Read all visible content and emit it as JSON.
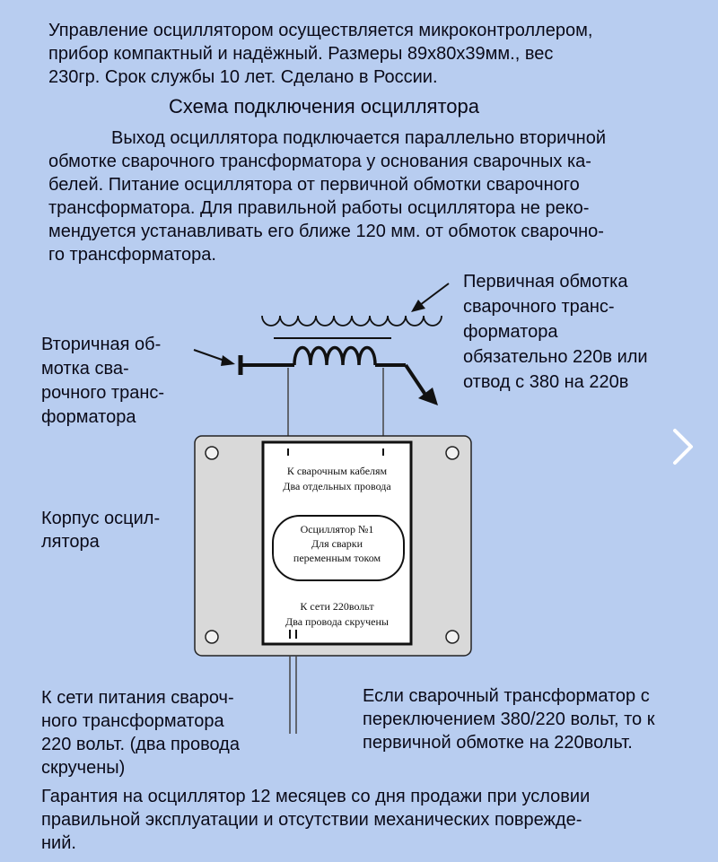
{
  "intro": {
    "line1": "Управление осциллятором осуществляется микроконтроллером,",
    "line2": "прибор компактный и надёжный. Размеры 89х80х39мм., вес",
    "line3": "230гр.  Срок службы 10 лет. Сделано в России."
  },
  "heading": "Схема подключения осциллятора",
  "desc": {
    "line1": "Выход осциллятора подключается параллельно вторичной",
    "line2": "обмотке сварочного трансформатора у основания сварочных ка-",
    "line3": "белей. Питание осциллятора от первичной обмотки сварочного",
    "line4": "трансформатора. Для правильной работы осциллятора не реко-",
    "line5": "мендуется устанавливать его ближе 120 мм. от обмоток сварочно-",
    "line6": "го трансформатора."
  },
  "label_primary": {
    "line1": "Первичная обмотка",
    "line2": "сварочного транс-",
    "line3": "форматора",
    "line4": "обязательно 220в или",
    "line5": "отвод   с 380 на 220в"
  },
  "label_secondary": {
    "line1": "Вторичная об-",
    "line2": "мотка сва-",
    "line3": "рочного транс-",
    "line4": "форматора"
  },
  "label_case": {
    "line1": "Корпус осцил-",
    "line2": "лятора"
  },
  "plate": {
    "top1": "К сварочным кабелям",
    "top2": "Два отдельных провода",
    "oval1": "Осциллятор №1",
    "oval2": "Для сварки",
    "oval3": "переменным током",
    "bot1": "К сети 220вольт",
    "bot2": "Два провода скручены"
  },
  "label_mains": {
    "line1": "К сети питания свароч-",
    "line2": "ного трансформатора",
    "line3": "220 вольт. (два провода",
    "line4": "скручены)"
  },
  "label_switch": {
    "line1": "Если сварочный трансформатор с",
    "line2": "переключением 380/220 вольт, то к",
    "line3": "первичной обмотке на 220вольт."
  },
  "warranty": {
    "line1": "Гарантия на осциллятор 12 месяцев со дня продажи при условии",
    "line2": "правильной эксплуатации и отсутствии механических поврежде-",
    "line3": "ний."
  },
  "next_icon": "chevron-right-icon",
  "colors": {
    "background": "#b8cdf0",
    "case": "#d9d9d9",
    "plate": "#ffffff"
  }
}
